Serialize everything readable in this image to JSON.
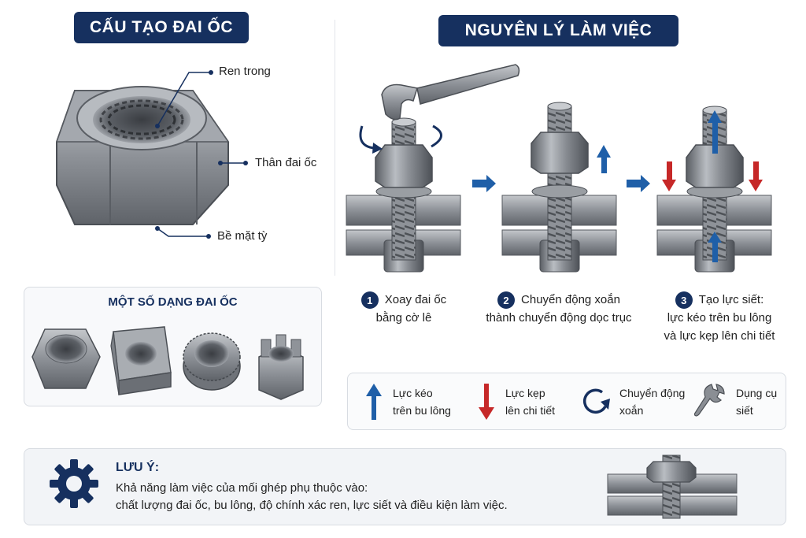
{
  "left_title": "CẤU TẠO ĐAI ỐC",
  "right_title": "NGUYÊN LÝ LÀM VIỆC",
  "callouts": {
    "ren_trong": "Ren trong",
    "than_dai_oc": "Thân đai ốc",
    "be_mat_ty": "Bề mặt tỳ"
  },
  "types_title": "MỘT SỐ DẠNG ĐAI ỐC",
  "steps": [
    {
      "num": "1",
      "line1": "Xoay đai ốc",
      "line2": "bằng cờ lê",
      "line3": ""
    },
    {
      "num": "2",
      "line1": "Chuyển động xoắn",
      "line2": "thành chuyển động dọc trục",
      "line3": ""
    },
    {
      "num": "3",
      "line1": "Tạo lực siết:",
      "line2": "lực kéo trên bu lông",
      "line3": "và lực kẹp lên chi tiết"
    }
  ],
  "legend": [
    {
      "line1": "Lực kéo",
      "line2": "trên bu lông"
    },
    {
      "line1": "Lực kẹp",
      "line2": "lên chi tiết"
    },
    {
      "line1": "Chuyển động",
      "line2": "xoắn"
    },
    {
      "line1": "Dụng cụ",
      "line2": "siết"
    }
  ],
  "note": {
    "title": "LƯU Ý:",
    "line1": "Khả năng làm việc của mối ghép phụ thuộc vào:",
    "line2": "chất lượng đai ốc, bu lông, độ chính xác ren, lực siết và điều kiện làm việc."
  },
  "colors": {
    "navy": "#16305f",
    "pull_arrow": "#1f5fa8",
    "clamp_arrow": "#c62828",
    "metal": "#8a8e94"
  }
}
